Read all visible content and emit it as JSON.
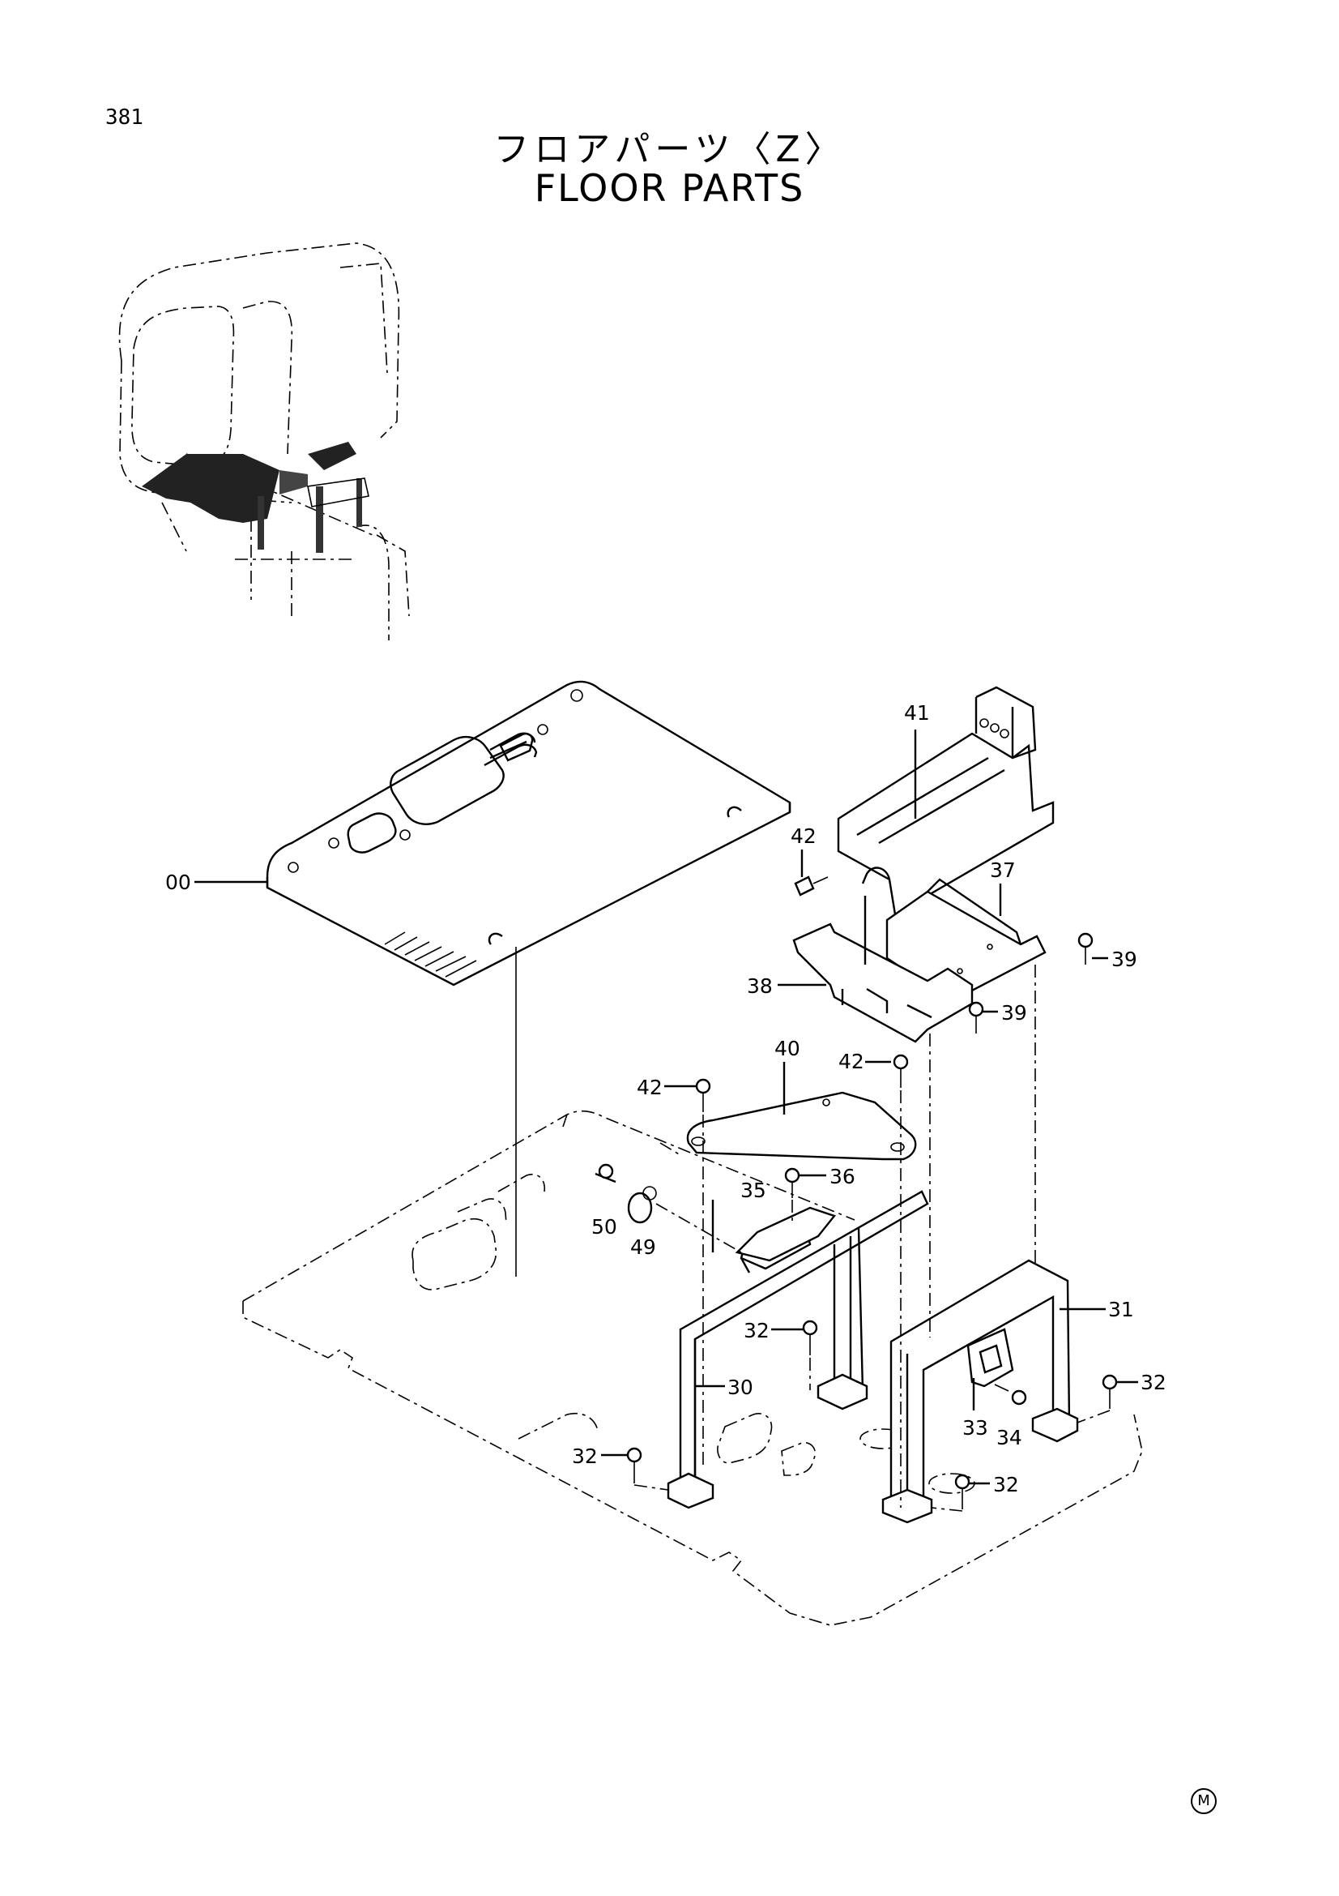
{
  "page_number": "381",
  "title_jp": "フロアパーツ〈Z〉",
  "title_en": "FLOOR PARTS",
  "corner_mark": "M",
  "callouts": [
    {
      "id": "c00",
      "text": "00"
    },
    {
      "id": "c41",
      "text": "41"
    },
    {
      "id": "c42a",
      "text": "42"
    },
    {
      "id": "c37",
      "text": "37"
    },
    {
      "id": "c39a",
      "text": "39"
    },
    {
      "id": "c38",
      "text": "38"
    },
    {
      "id": "c39b",
      "text": "39"
    },
    {
      "id": "c40",
      "text": "40"
    },
    {
      "id": "c42b",
      "text": "42"
    },
    {
      "id": "c42c",
      "text": "42"
    },
    {
      "id": "c36",
      "text": "36"
    },
    {
      "id": "c35",
      "text": "35"
    },
    {
      "id": "c50",
      "text": "50"
    },
    {
      "id": "c49",
      "text": "49"
    },
    {
      "id": "c31",
      "text": "31"
    },
    {
      "id": "c32a",
      "text": "32"
    },
    {
      "id": "c32b",
      "text": "32"
    },
    {
      "id": "c30",
      "text": "30"
    },
    {
      "id": "c33",
      "text": "33"
    },
    {
      "id": "c34",
      "text": "34"
    },
    {
      "id": "c32c",
      "text": "32"
    },
    {
      "id": "c32d",
      "text": "32"
    }
  ]
}
